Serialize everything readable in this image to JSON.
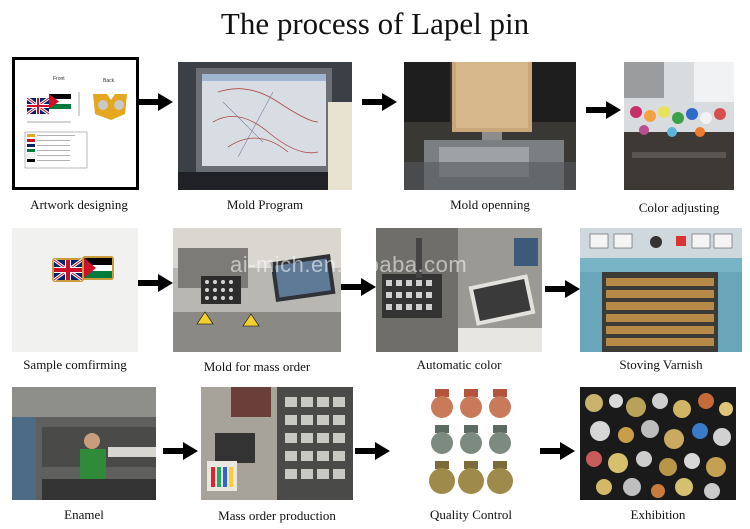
{
  "title": "The process of Lapel pin",
  "watermark": "ai-mich.en.alibaba.com",
  "steps": [
    {
      "caption": "Artwork designing",
      "artwork": {
        "front": "Front",
        "back": "Back"
      }
    },
    {
      "caption": "Mold Program"
    },
    {
      "caption": "Mold openning"
    },
    {
      "caption": "Color adjusting"
    },
    {
      "caption": "Sample comfirming"
    },
    {
      "caption": "Mold for mass order"
    },
    {
      "caption": "Automatic color"
    },
    {
      "caption": "Stoving Varnish"
    },
    {
      "caption": "Enamel"
    },
    {
      "caption": "Mass order production"
    },
    {
      "caption": "Quality Control"
    },
    {
      "caption": "Exhibition"
    }
  ]
}
